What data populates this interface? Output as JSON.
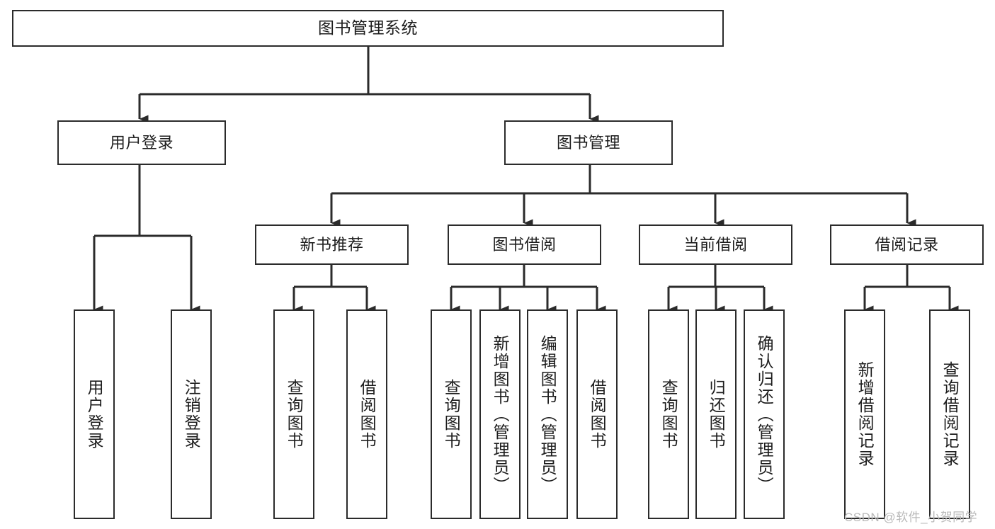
{
  "diagram": {
    "title": "图书管理系统",
    "type": "tree-hierarchy",
    "watermark": "CSDN @软件_小贺同学",
    "style": {
      "box_border_color": "#2b2b2b",
      "box_fill": "#ffffff",
      "line_color": "#2b2b2b",
      "background": "#ffffff",
      "watermark_color": "#b9b9b9"
    },
    "nodes": {
      "root": {
        "label": "图书管理系统"
      },
      "level2": [
        {
          "id": "user_login",
          "label": "用户登录"
        },
        {
          "id": "book_manage",
          "label": "图书管理"
        }
      ],
      "level3": [
        {
          "id": "new_book_rec",
          "label": "新书推荐"
        },
        {
          "id": "book_borrow",
          "label": "图书借阅"
        },
        {
          "id": "current_borrow",
          "label": "当前借阅"
        },
        {
          "id": "borrow_record",
          "label": "借阅记录"
        }
      ],
      "leaves": [
        {
          "id": "leaf_user_login",
          "label": "用户登录",
          "parent": "user_login"
        },
        {
          "id": "leaf_logout",
          "label": "注销登录",
          "parent": "user_login"
        },
        {
          "id": "leaf_query_book_1",
          "label": "查询图书",
          "parent": "new_book_rec"
        },
        {
          "id": "leaf_borrow_book_1",
          "label": "借阅图书",
          "parent": "new_book_rec"
        },
        {
          "id": "leaf_query_book_2",
          "label": "查询图书",
          "parent": "book_borrow"
        },
        {
          "id": "leaf_add_book",
          "label": "新增图书（管理员）",
          "parent": "book_borrow"
        },
        {
          "id": "leaf_edit_book",
          "label": "编辑图书（管理员）",
          "parent": "book_borrow"
        },
        {
          "id": "leaf_borrow_book_2",
          "label": "借阅图书",
          "parent": "book_borrow"
        },
        {
          "id": "leaf_query_book_3",
          "label": "查询图书",
          "parent": "current_borrow"
        },
        {
          "id": "leaf_return_book",
          "label": "归还图书",
          "parent": "current_borrow"
        },
        {
          "id": "leaf_confirm_return",
          "label": "确认归还（管理员）",
          "parent": "current_borrow"
        },
        {
          "id": "leaf_add_record",
          "label": "新增借阅记录",
          "parent": "borrow_record"
        },
        {
          "id": "leaf_query_record",
          "label": "查询借阅记录",
          "parent": "borrow_record"
        }
      ]
    }
  }
}
